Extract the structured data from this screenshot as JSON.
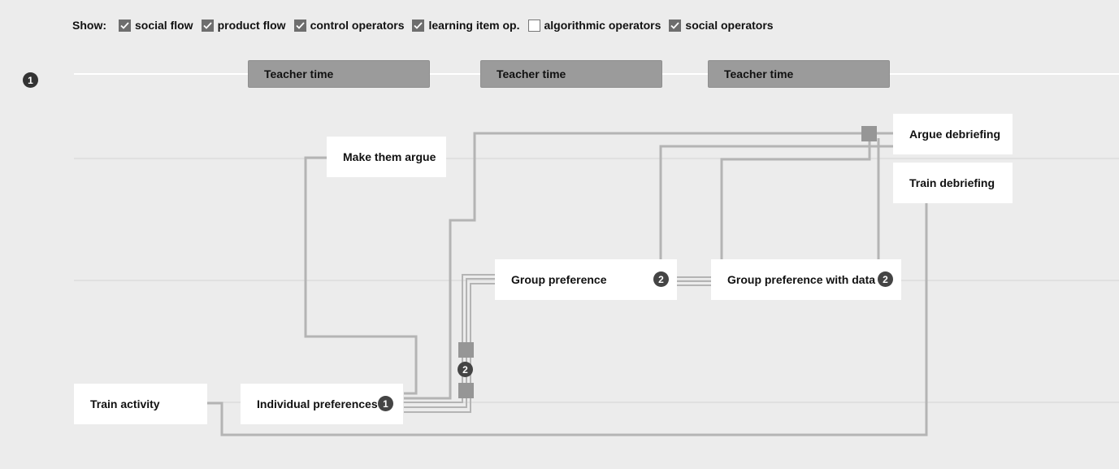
{
  "toolbar": {
    "show_label": "Show:",
    "options": [
      {
        "label": "social flow",
        "checked": true
      },
      {
        "label": "product flow",
        "checked": true
      },
      {
        "label": "control operators",
        "checked": true
      },
      {
        "label": "learning item op.",
        "checked": true
      },
      {
        "label": "algorithmic operators",
        "checked": false
      },
      {
        "label": "social operators",
        "checked": true
      }
    ]
  },
  "graph": {
    "section_number": "1",
    "teacher_time": [
      "Teacher time",
      "Teacher time",
      "Teacher time"
    ],
    "activities": {
      "argue_debriefing": "Argue debriefing",
      "train_debriefing": "Train debriefing",
      "make_them_argue": "Make them argue",
      "group_preference": "Group preference",
      "group_preference_badge": "2",
      "group_preference_data": "Group preference with data",
      "group_preference_data_badge": "2",
      "train_activity": "Train activity",
      "individual_preferences": "Individual preferences",
      "individual_preferences_badge": "1"
    },
    "operator_badge": "2"
  },
  "colors": {
    "background": "#ececec",
    "wire": "#b4b4b4",
    "operator": "#969696",
    "teacher_time": "#9b9b9b",
    "badge": "#444444"
  }
}
